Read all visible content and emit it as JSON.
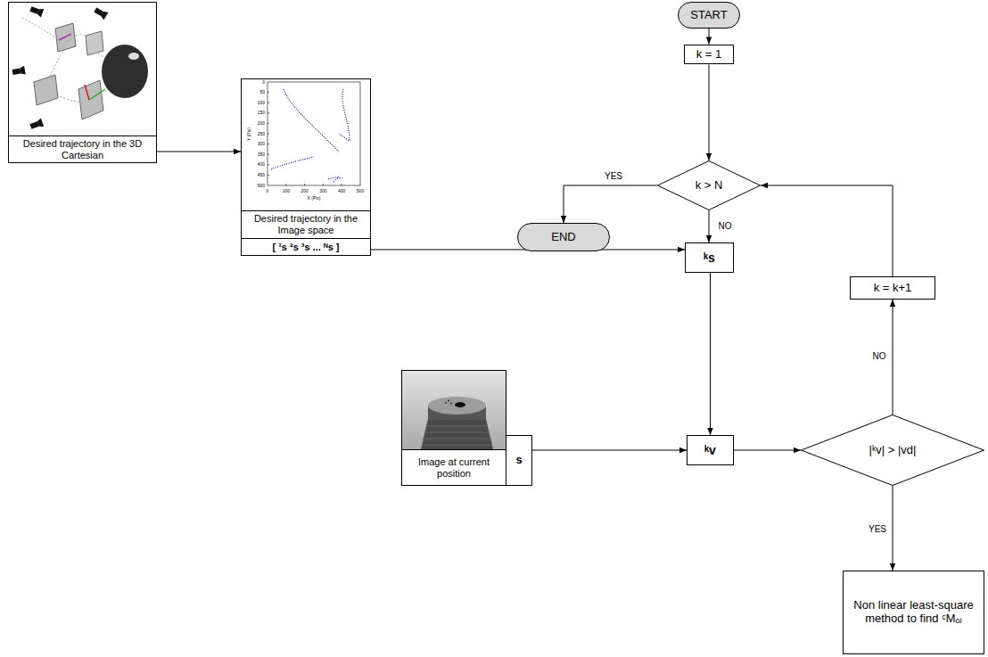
{
  "diagram": {
    "nodes": [
      {
        "text": [
          "Desired trajectory in the 3D Cartesian"
        ]
      },
      {
        "text": [
          "START"
        ]
      },
      {
        "text": [
          "k = 1"
        ]
      },
      {
        "text": [
          "Desired trajectory in the Image space",
          "[ ¹s ²s ³s ... ᴺs ]"
        ]
      },
      {
        "text": [
          "k > N"
        ]
      },
      {
        "text": [
          "END"
        ]
      },
      {
        "text": [
          "ᵏs"
        ]
      },
      {
        "text": [
          "k = k+1"
        ]
      },
      {
        "text": [
          "Image at current position",
          "s"
        ]
      },
      {
        "text": [
          "ᵏv"
        ]
      },
      {
        "text": [
          "|ᵏv| > |vd|"
        ]
      },
      {
        "text": [
          "Non linear least-square method to find ᶜMₒⱼ"
        ]
      }
    ],
    "edges": [
      {
        "from": 0,
        "to": 3,
        "arrow": "to"
      },
      {
        "from": 1,
        "to": 2,
        "arrow": "to"
      },
      {
        "from": 2,
        "to": 4,
        "arrow": "to"
      },
      {
        "from": 4,
        "to": 5,
        "label": "YES",
        "arrow": "to"
      },
      {
        "from": 4,
        "to": 6,
        "label": "NO",
        "arrow": "to"
      },
      {
        "from": 3,
        "to": 6,
        "arrow": "to"
      },
      {
        "from": 6,
        "to": 9,
        "arrow": "to"
      },
      {
        "from": 8,
        "to": 9,
        "arrow": "to"
      },
      {
        "from": 9,
        "to": 10,
        "arrow": "to"
      },
      {
        "from": 10,
        "to": 7,
        "label": "NO",
        "arrow": "to"
      },
      {
        "from": 7,
        "to": 4,
        "arrow": "to"
      },
      {
        "from": 10,
        "to": 11,
        "label": "YES",
        "arrow": "to"
      }
    ],
    "labels": [
      "Y (Pix)",
      "0",
      "50",
      "100",
      "150",
      "200",
      "250",
      "300",
      "350",
      "400",
      "450",
      "500",
      "0",
      "100",
      "200",
      "300",
      "400",
      "500",
      "X (Pix)"
    ]
  }
}
